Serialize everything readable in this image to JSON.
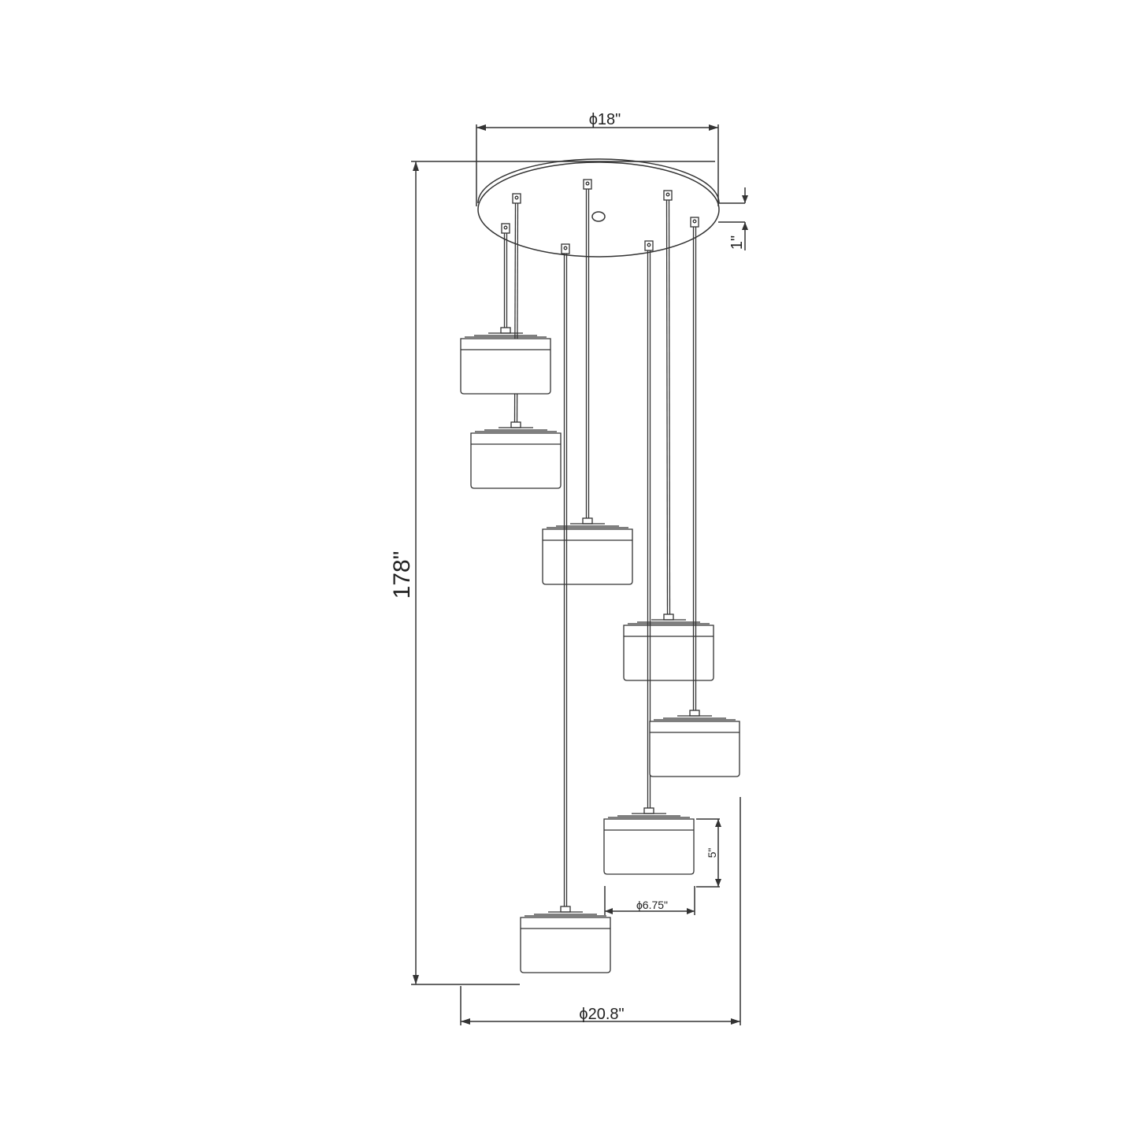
{
  "dimensions": {
    "canopy_diameter": "ϕ18\"",
    "overall_height": "178\"",
    "canopy_height": "1\"",
    "shade_height": "5\"",
    "shade_diameter": "ϕ6.75\"",
    "overall_diameter": "ϕ20.8\""
  },
  "fixture": {
    "pendant_count": 7
  }
}
